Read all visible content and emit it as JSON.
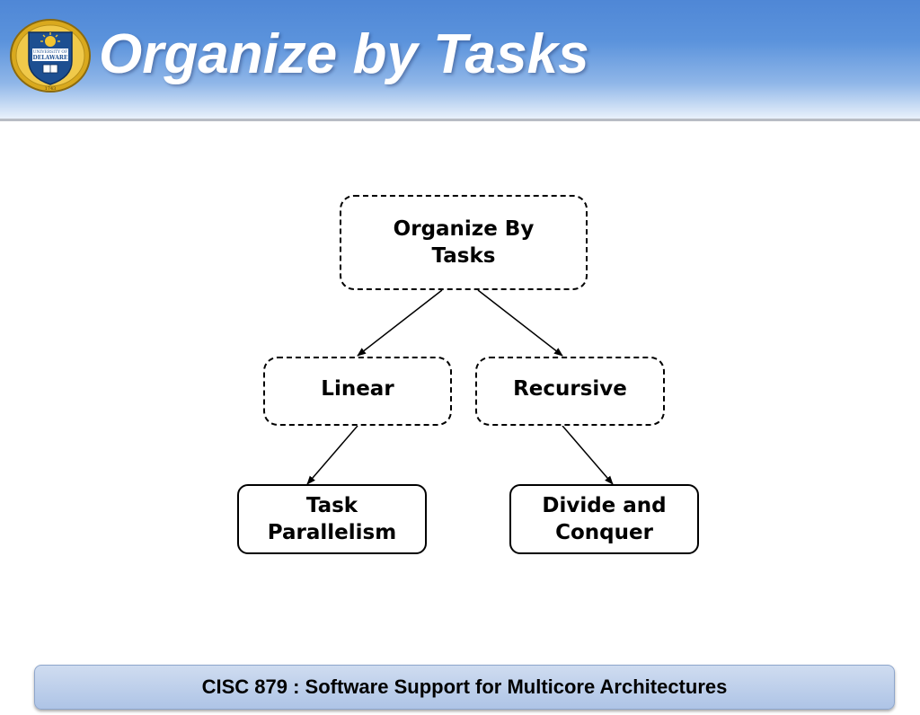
{
  "slide": {
    "title": "Organize by Tasks",
    "logo": {
      "text_top": "UNIVERSITY OF",
      "text_main": "DELAWARE",
      "year": "1743"
    }
  },
  "diagram": {
    "root": {
      "lines": [
        "Organize By",
        "Tasks"
      ]
    },
    "branches": [
      {
        "label": "Linear",
        "child": {
          "lines": [
            "Task",
            "Parallelism"
          ]
        }
      },
      {
        "label": "Recursive",
        "child": {
          "lines": [
            "Divide and",
            "Conquer"
          ]
        }
      }
    ]
  },
  "footer": {
    "text": "CISC 879 : Software Support for Multicore Architectures"
  },
  "colors": {
    "header_blue": "#4f87d6",
    "title_text": "#ffffff",
    "footer_fill": "#b9cdea",
    "logo_gold": "#e2b323",
    "logo_blue": "#1d4f91"
  }
}
